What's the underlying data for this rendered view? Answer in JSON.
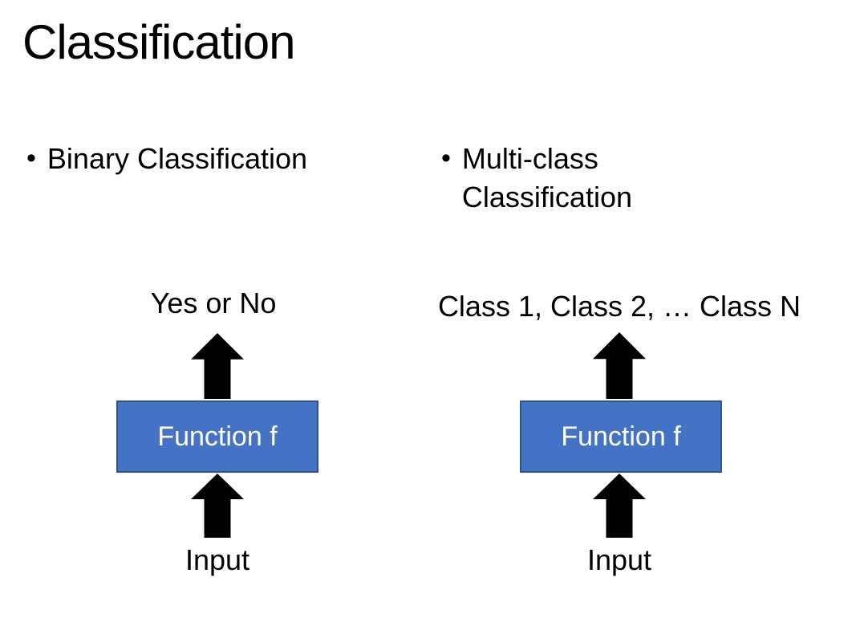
{
  "slide": {
    "title": "Classification",
    "bullets": [
      {
        "marker": "•",
        "label": "Binary Classification"
      },
      {
        "marker": "•",
        "label": "Multi-class Classification"
      }
    ],
    "diagrams": [
      {
        "name": "binary-classification",
        "output_label": "Yes or No",
        "box_label": "Function f",
        "input_label": "Input"
      },
      {
        "name": "multi-class-classification",
        "output_label": "Class 1, Class 2, … Class N",
        "box_label": "Function f",
        "input_label": "Input"
      }
    ],
    "colors": {
      "background": "#FFFFFF",
      "text": "#000000",
      "arrow": "#000000",
      "box_fill": "#4472C4",
      "box_border": "#2F528F",
      "box_text": "#FFFFFF"
    }
  }
}
